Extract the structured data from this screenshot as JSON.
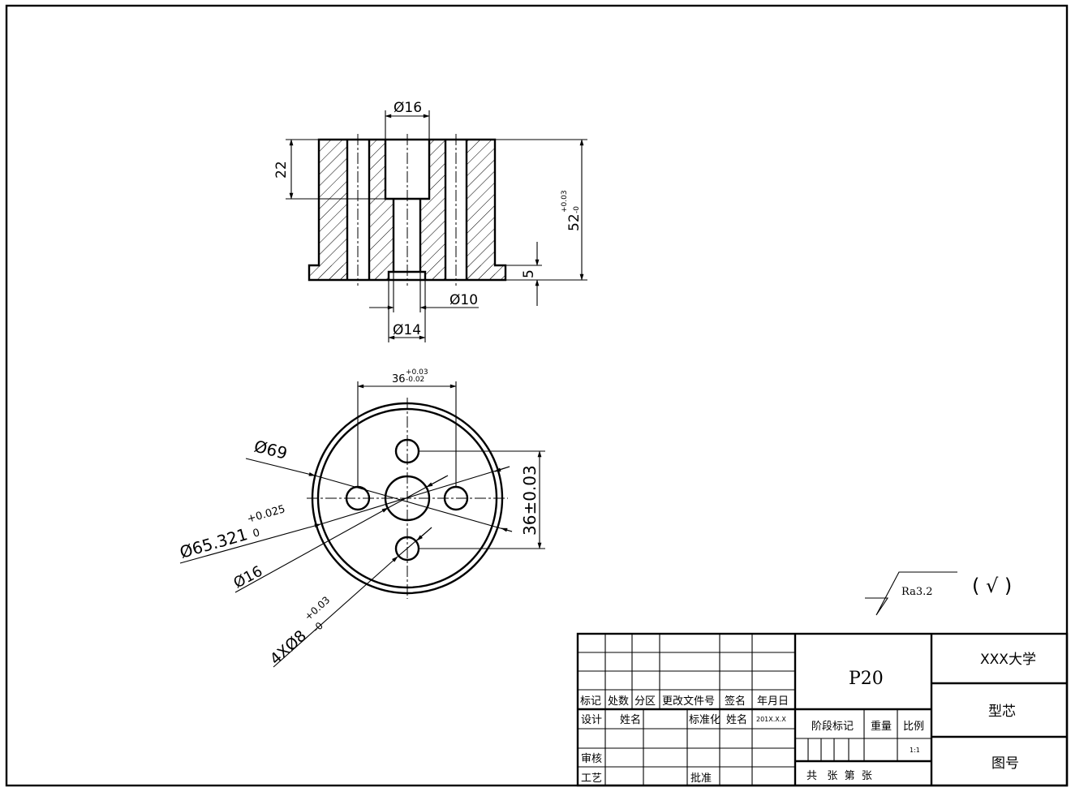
{
  "drawing": {
    "front_view": {
      "dim_top_bore": "Ø16",
      "dim_depth": "22",
      "dim_height": "52",
      "dim_height_tol_upper": "+0.03",
      "dim_height_tol_lower": "-0",
      "dim_flange": "5",
      "dim_thru_hole": "Ø10",
      "dim_recess": "Ø14"
    },
    "top_view": {
      "dim_hole_span": "36",
      "dim_hole_span_tol_upper": "+0.03",
      "dim_hole_span_tol_lower": "-0.02",
      "dim_outer": "Ø69",
      "dim_inner_main": "Ø65.321",
      "dim_inner_tol_upper": "+0.025",
      "dim_inner_tol_lower": "0",
      "dim_center_bore": "Ø16",
      "dim_holes_main": "4XØ8",
      "dim_holes_tol_upper": "+0.03",
      "dim_holes_tol_lower": "-0",
      "dim_vertical_span": "36±0.03"
    },
    "surface_finish": {
      "roughness": "Ra3.2",
      "other_mark": "( √ )"
    }
  },
  "title_block": {
    "headers": [
      "标记",
      "处数",
      "分区",
      "更改文件号",
      "签名",
      "年月日"
    ],
    "row_design": {
      "label": "设计",
      "name_label": "姓名",
      "std_label": "标准化",
      "std_name": "姓名",
      "date": "201X.X.X"
    },
    "row_review": "审核",
    "row_process": "工艺",
    "approve": "批准",
    "part_code": "P20",
    "stage_label": "阶段标记",
    "weight_label": "重量",
    "scale_label": "比例",
    "scale_value": "1:1",
    "sheet_info": "共   张  第  张",
    "school": "XXX大学",
    "part_name": "型芯",
    "drawing_no": "图号"
  }
}
